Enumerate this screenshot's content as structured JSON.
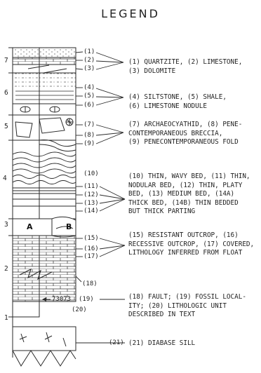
{
  "title": "LEGEND",
  "bed_numbers": [
    "7",
    "6",
    "5",
    "4",
    "3",
    "2",
    "1"
  ],
  "ref_numbers": [
    "(1)",
    "(2)",
    "(3)",
    "(4)",
    "(5)",
    "(6)",
    "(7)",
    "(8)",
    "(9)",
    "(10)",
    "(11)",
    "(12)",
    "(13)",
    "(14)",
    "(15)",
    "(16)",
    "(17)",
    "(18)",
    "(19)",
    "(20)",
    "(21)"
  ],
  "box_labels": {
    "a": "A",
    "b": "B"
  },
  "fossil_locality_number": "73073",
  "descriptions": [
    {
      "name": "quartzite-limestone-dolomite",
      "lines": [
        "(1) QUARTZITE, (2) LIMESTONE,",
        "(3) DOLOMITE"
      ]
    },
    {
      "name": "siltstone-shale-nodule",
      "lines": [
        "(4) SILTSTONE, (5) SHALE,",
        "(6) LIMESTONE NODULE"
      ]
    },
    {
      "name": "archaeocyathid-breccia-fold",
      "lines": [
        "(7) ARCHAEOCYATHID, (8) PENE-",
        "CONTEMPORANEOUS BRECCIA,",
        "(9) PENECONTEMPORANEOUS FOLD"
      ]
    },
    {
      "name": "bedding-thickness",
      "lines": [
        "(10) THIN, WAVY BED, (11) THIN,",
        "NODULAR BED, (12) THIN, PLATY",
        "BED, (13) MEDIUM BED, (14A)",
        "THICK BED, (14B) THIN BEDDED",
        "BUT THICK PARTING"
      ]
    },
    {
      "name": "outcrop-types",
      "lines": [
        "(15) RESISTANT OUTCROP, (16)",
        "RECESSIVE OUTCROP, (17) COVERED,",
        "LITHOLOGY INFERRED FROM FLOAT"
      ]
    },
    {
      "name": "fault-fossil-unit",
      "lines": [
        "(18) FAULT; (19) FOSSIL LOCAL-",
        "ITY; (20) LITHOLOGIC UNIT",
        "DESCRIBED IN TEXT"
      ]
    },
    {
      "name": "diabase-sill",
      "lines": [
        "(21) DIABASE SILL"
      ]
    }
  ]
}
